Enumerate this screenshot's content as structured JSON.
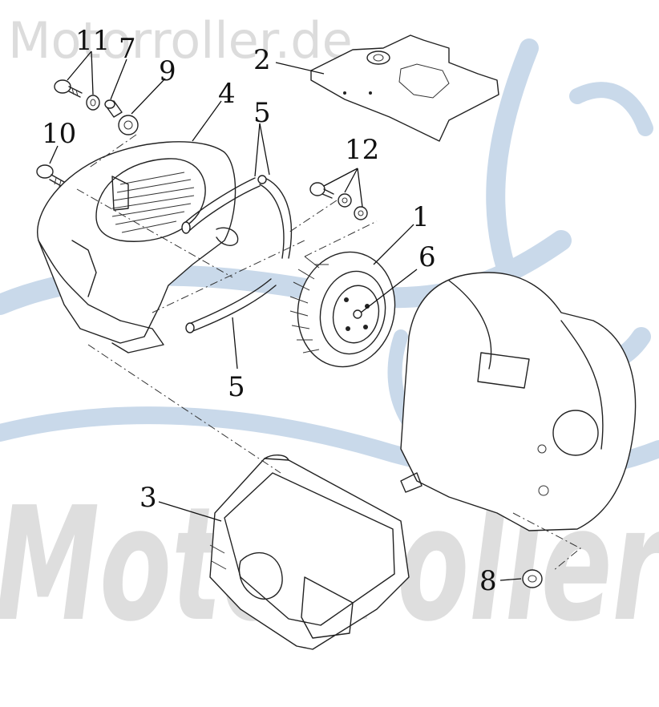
{
  "watermark": {
    "top_text": "Motorroller.de",
    "big_text": "Motorroller",
    "text_color": "#dcdcdc",
    "swoosh_color": "#c9d9ea"
  },
  "callouts": [
    {
      "id": "1",
      "label": "1"
    },
    {
      "id": "2",
      "label": "2"
    },
    {
      "id": "3",
      "label": "3"
    },
    {
      "id": "4",
      "label": "4"
    },
    {
      "id": "5a",
      "label": "5"
    },
    {
      "id": "5b",
      "label": "5"
    },
    {
      "id": "6",
      "label": "6"
    },
    {
      "id": "7",
      "label": "7"
    },
    {
      "id": "8",
      "label": "8"
    },
    {
      "id": "9",
      "label": "9"
    },
    {
      "id": "10",
      "label": "10"
    },
    {
      "id": "11",
      "label": "11"
    },
    {
      "id": "12",
      "label": "12"
    }
  ]
}
